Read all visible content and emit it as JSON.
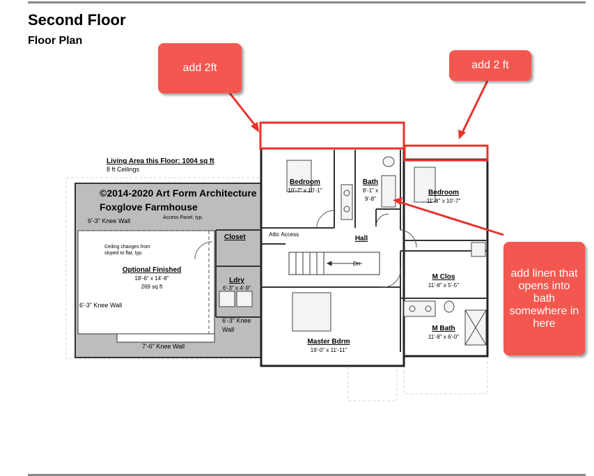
{
  "header": {
    "title": "Second Floor",
    "subtitle": "Floor Plan"
  },
  "plan": {
    "area_title": "Living Area this Floor: 1004 sq ft",
    "ceilings": "8 ft Ceilings",
    "copyright": "©2014-2020 Art Form Architecture",
    "plan_name": "Foxglove Farmhouse",
    "knee_wall_top": "6'-3\" Knee Wall",
    "access_panel": "Access Panel, typ.",
    "closet": "Closet",
    "ceiling_note_1": "Ceiling changes from",
    "ceiling_note_2": "sloped to flat, typ.",
    "optional_finished": "Optional Finished",
    "optional_dims": "18'-6\" x 14'-8\"",
    "optional_area": "269 sq ft",
    "knee_wall_left": "6'-3\" Knee Wall",
    "knee_wall_bottom": "7'-6\" Knee Wall",
    "knee_wall_right_1": "6'-3\" Knee",
    "knee_wall_right_2": "Wall",
    "laundry": "Ldry",
    "laundry_dims": "6'-3\" x 4'-9\"",
    "attic_access": "Attic Access",
    "hall": "Hall",
    "stair_dn": "Dn",
    "bedroom1": "Bedroom",
    "bedroom1_dims": "10'-7\" x 10'-1\"",
    "bath": "Bath",
    "bath_dims_1": "8'-1\" x",
    "bath_dims_2": "9'-8\"",
    "bedroom2": "Bedroom",
    "bedroom2_dims": "11'-8\" x 10'-7\"",
    "m_clos": "M Clos",
    "m_clos_dims": "11'-8\" x 5'-5\"",
    "m_bath": "M Bath",
    "m_bath_dims": "11'-8\" x 6'-0\"",
    "master": "Master Bdrm",
    "master_dims": "19'-0\" x 11'-11\""
  },
  "annotations": {
    "add_left": "add 2ft",
    "add_right": "add 2 ft",
    "linen_note": "add linen that opens into bath somewhere in here",
    "color": "#f4574f"
  }
}
